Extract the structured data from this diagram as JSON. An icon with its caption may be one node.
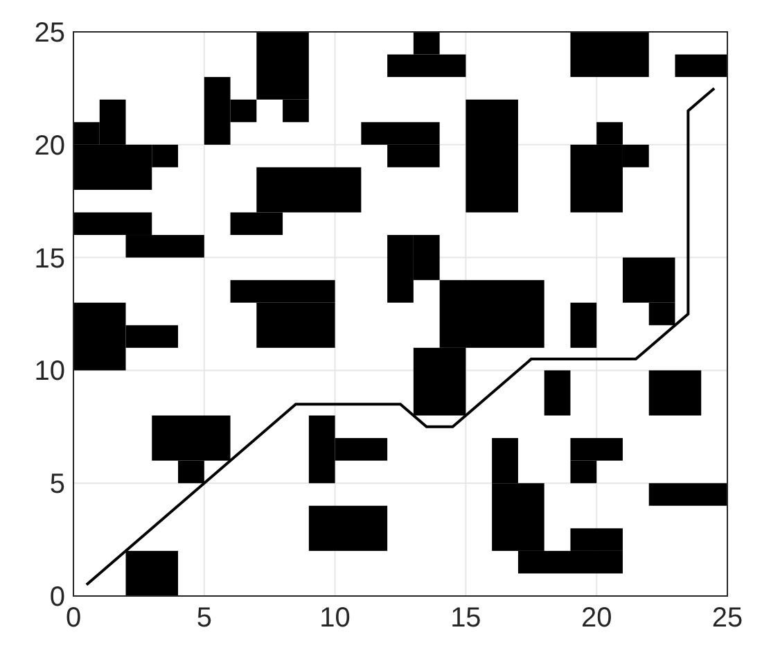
{
  "diagram": {
    "chart_data": {
      "type": "line",
      "x": [
        0.5,
        8.5,
        12.5,
        13.5,
        14.5,
        17.5,
        21.5,
        23.5,
        23.5,
        24.5
      ],
      "series": [
        {
          "color": "#000000",
          "values": [
            0.5,
            8.5,
            8.5,
            7.5,
            7.5,
            10.5,
            10.5,
            12.5,
            21.5,
            22.5
          ]
        }
      ],
      "xlim": [
        0,
        25
      ],
      "ylim": [
        0,
        25
      ],
      "xticks": [
        0,
        5,
        10,
        15,
        20,
        25
      ],
      "yticks": [
        0,
        5,
        10,
        15,
        20,
        25
      ],
      "grid": true
    }
  }
}
